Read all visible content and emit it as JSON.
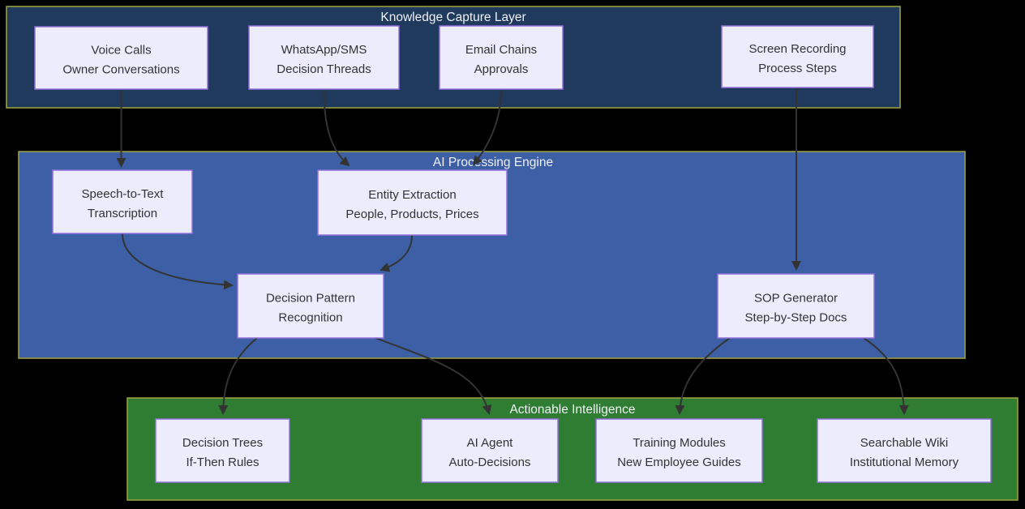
{
  "diagram": {
    "background": "#000000",
    "clusters": {
      "knowledge_capture": {
        "title": "Knowledge Capture Layer",
        "fill": "#1f3a5c",
        "border": "#a2a43c"
      },
      "ai_processing": {
        "title": "AI Processing Engine",
        "fill": "#3d5fa5",
        "border": "#a2a43c"
      },
      "actionable_intelligence": {
        "title": "Actionable Intelligence",
        "fill": "#2e7d32",
        "border": "#a2a43c"
      }
    },
    "nodes": {
      "voice_calls": {
        "line1": "Voice Calls",
        "line2": "Owner Conversations",
        "cluster": "knowledge_capture"
      },
      "whatsapp_sms": {
        "line1": "WhatsApp/SMS",
        "line2": "Decision Threads",
        "cluster": "knowledge_capture"
      },
      "email_chains": {
        "line1": "Email Chains",
        "line2": "Approvals",
        "cluster": "knowledge_capture"
      },
      "screen_recording": {
        "line1": "Screen Recording",
        "line2": "Process Steps",
        "cluster": "knowledge_capture"
      },
      "speech_to_text": {
        "line1": "Speech-to-Text",
        "line2": "Transcription",
        "cluster": "ai_processing"
      },
      "entity_extraction": {
        "line1": "Entity Extraction",
        "line2": "People, Products, Prices",
        "cluster": "ai_processing"
      },
      "decision_pattern": {
        "line1": "Decision Pattern",
        "line2": "Recognition",
        "cluster": "ai_processing"
      },
      "sop_generator": {
        "line1": "SOP Generator",
        "line2": "Step-by-Step Docs",
        "cluster": "ai_processing"
      },
      "decision_trees": {
        "line1": "Decision Trees",
        "line2": "If-Then Rules",
        "cluster": "actionable_intelligence"
      },
      "ai_agent": {
        "line1": "AI Agent",
        "line2": "Auto-Decisions",
        "cluster": "actionable_intelligence"
      },
      "training_modules": {
        "line1": "Training Modules",
        "line2": "New Employee Guides",
        "cluster": "actionable_intelligence"
      },
      "searchable_wiki": {
        "line1": "Searchable Wiki",
        "line2": "Institutional Memory",
        "cluster": "actionable_intelligence"
      }
    },
    "edges": [
      {
        "from": "voice_calls",
        "to": "speech_to_text"
      },
      {
        "from": "whatsapp_sms",
        "to": "entity_extraction"
      },
      {
        "from": "email_chains",
        "to": "entity_extraction"
      },
      {
        "from": "screen_recording",
        "to": "sop_generator"
      },
      {
        "from": "speech_to_text",
        "to": "decision_pattern"
      },
      {
        "from": "entity_extraction",
        "to": "decision_pattern"
      },
      {
        "from": "decision_pattern",
        "to": "decision_trees"
      },
      {
        "from": "decision_pattern",
        "to": "ai_agent"
      },
      {
        "from": "sop_generator",
        "to": "training_modules"
      },
      {
        "from": "sop_generator",
        "to": "searchable_wiki"
      }
    ],
    "node_style": {
      "fill": "#ececfc",
      "border": "#9370db",
      "text_color": "#333333"
    },
    "edge_color": "#333333",
    "title_color": "#f0f0f5"
  }
}
